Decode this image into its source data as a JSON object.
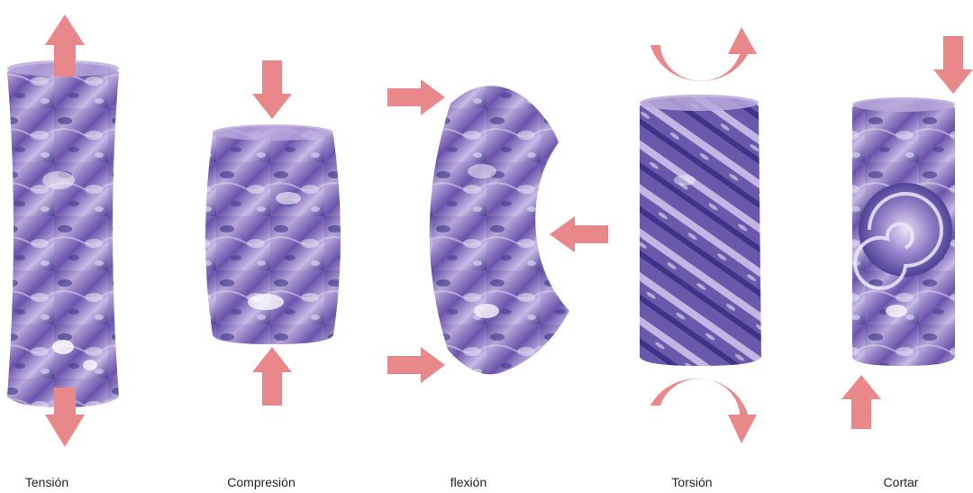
{
  "colors": {
    "arrow": "#e8888a",
    "tissue_dark": "#2e2a7a",
    "tissue_mid": "#7d63b2",
    "tissue_light": "#d9cfee",
    "label_text": "#222222"
  },
  "panels": [
    {
      "id": "tension",
      "label": "Tensión"
    },
    {
      "id": "compression",
      "label": "Compresión"
    },
    {
      "id": "bending",
      "label": "flexión"
    },
    {
      "id": "torsion",
      "label": "Torsión"
    },
    {
      "id": "shear",
      "label": "Cortar"
    }
  ]
}
